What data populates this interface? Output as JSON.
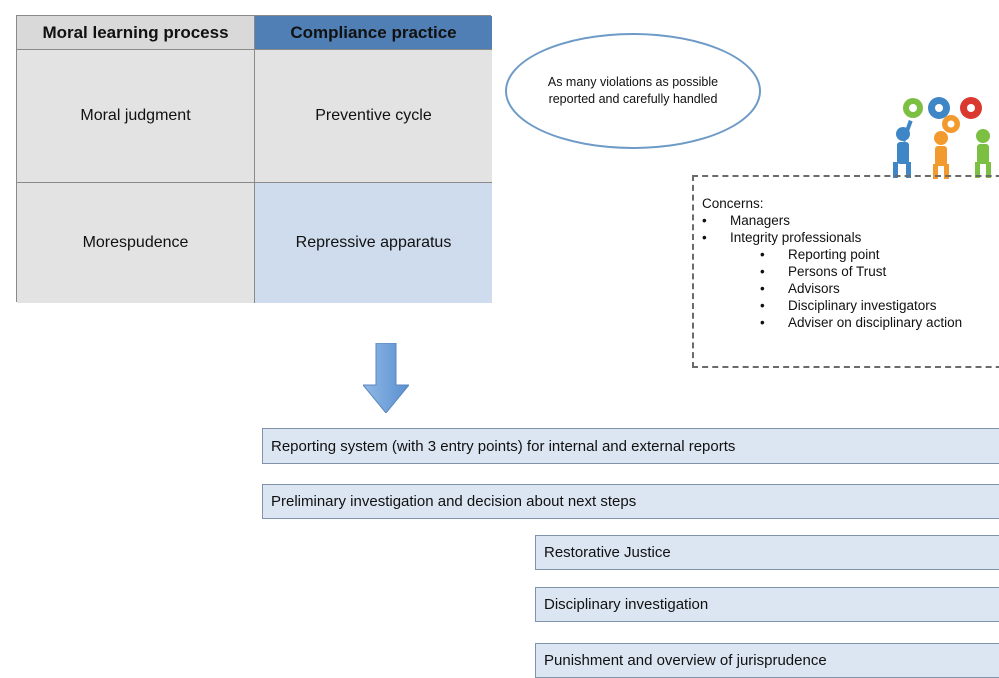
{
  "table": {
    "header_left": "Moral learning process",
    "header_right": "Compliance practice",
    "row1_left": "Moral judgment",
    "row1_right": "Preventive cycle",
    "row2_left": "Morespudence",
    "row2_right": "Repressive apparatus"
  },
  "ellipse_text": "As many violations as possible reported and carefully handled",
  "concerns": {
    "title": "Concerns:",
    "items": [
      "Managers",
      "Integrity professionals"
    ],
    "subitems": [
      "Reporting point",
      "Persons of Trust",
      "Advisors",
      "Disciplinary investigators",
      "Adviser on disciplinary action"
    ]
  },
  "process": {
    "step1": "Reporting system (with 3 entry points) for internal and external reports",
    "step2": "Preliminary investigation and decision about next steps",
    "step3": "Restorative Justice",
    "step4": "Disciplinary investigation",
    "step5": "Punishment and overview of jurisprudence"
  },
  "colors": {
    "header_blue": "#4f7fb4",
    "cell_gray": "#e3e3e3",
    "cell_blue": "#cfdcee",
    "box_fill": "#dce6f2",
    "arrow": "#6fa0d8"
  }
}
